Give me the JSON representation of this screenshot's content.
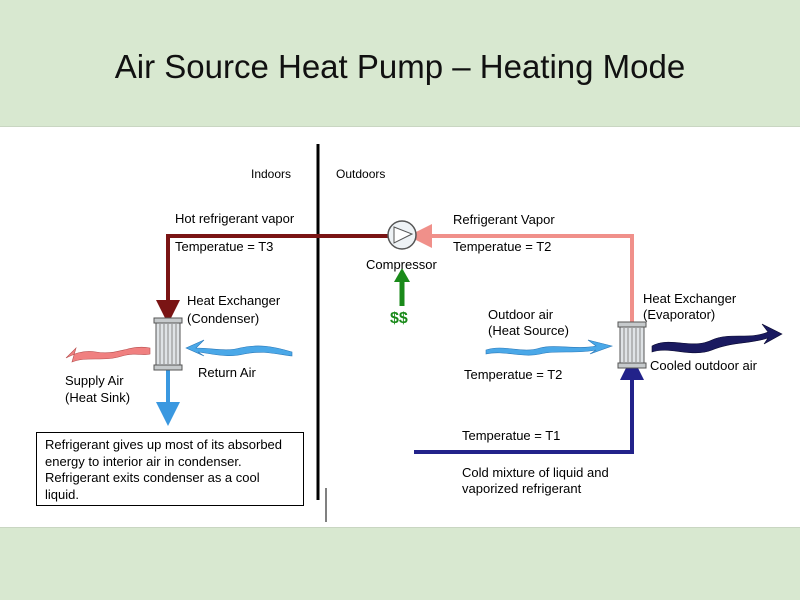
{
  "title": "Air Source Heat Pump – Heating Mode",
  "labels": {
    "indoors": "Indoors",
    "outdoors": "Outdoors",
    "hot_vapor": "Hot refrigerant vapor",
    "refrigerant_vapor": "Refrigerant Vapor",
    "temp_t3": "Temperatue = T3",
    "temp_t2_top": "Temperatue = T2",
    "compressor": "Compressor",
    "condenser_line1": "Heat Exchanger",
    "condenser_line2": "(Condenser)",
    "dollars": "$$",
    "outdoor_air_line1": "Outdoor air",
    "outdoor_air_line2": "(Heat Source)",
    "evaporator_line1": "Heat Exchanger",
    "evaporator_line2": "(Evaporator)",
    "supply_air_line1": "Supply Air",
    "supply_air_line2": "(Heat Sink)",
    "return_air": "Return Air",
    "temp_t2_mid": "Temperatue = T2",
    "cooled_outdoor_air": "Cooled outdoor air",
    "temp_t1": "Temperatue = T1",
    "cold_mixture_line1": "Cold mixture of liquid and",
    "cold_mixture_line2": "vaporized refrigerant",
    "description": "Refrigerant gives up most of its absorbed energy to interior air in condenser. Refrigerant exits condenser as a cool liquid."
  },
  "colors": {
    "background": "#d8e8d0",
    "hot_pipe": "#7a1414",
    "vapor_pipe": "#f0908a",
    "liquid_pipe": "#22228a",
    "cool_pipe": "#3a98e0",
    "money_arrow": "#1a8a1a",
    "warm_air": "#f08080",
    "cool_air": "#4aa8e8",
    "cold_air": "#1a1a60"
  }
}
